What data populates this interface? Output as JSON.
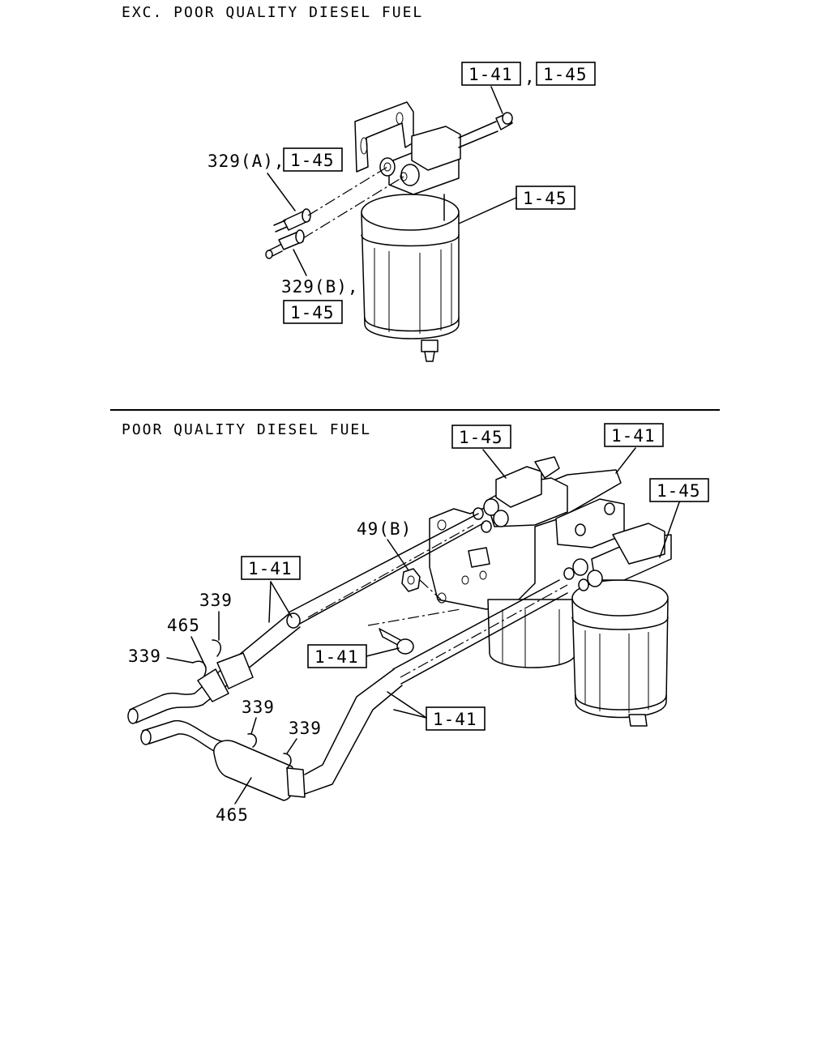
{
  "sections": {
    "top": {
      "title": "EXC. POOR QUALITY DIESEL FUEL"
    },
    "bottom": {
      "title": "POOR QUALITY DIESEL FUEL"
    }
  },
  "callouts": {
    "top_ref_141": "1-41",
    "top_comma": ",",
    "top_ref_145_a": "1-45",
    "part_329a": "329(A),",
    "top_ref_145_b": "1-45",
    "top_ref_145_c": "1-45",
    "part_329b": "329(B),",
    "top_ref_145_d": "1-45",
    "bot_ref_145_a": "1-45",
    "bot_ref_141_a": "1-41",
    "bot_ref_145_b": "1-45",
    "part_49b": "49(B)",
    "bot_ref_141_b": "1-41",
    "part_339_a": "339",
    "part_465_a": "465",
    "part_339_b": "339",
    "bot_ref_141_c": "1-41",
    "bot_ref_141_d": "1-41",
    "part_339_c": "339",
    "part_339_d": "339",
    "part_465_b": "465"
  }
}
